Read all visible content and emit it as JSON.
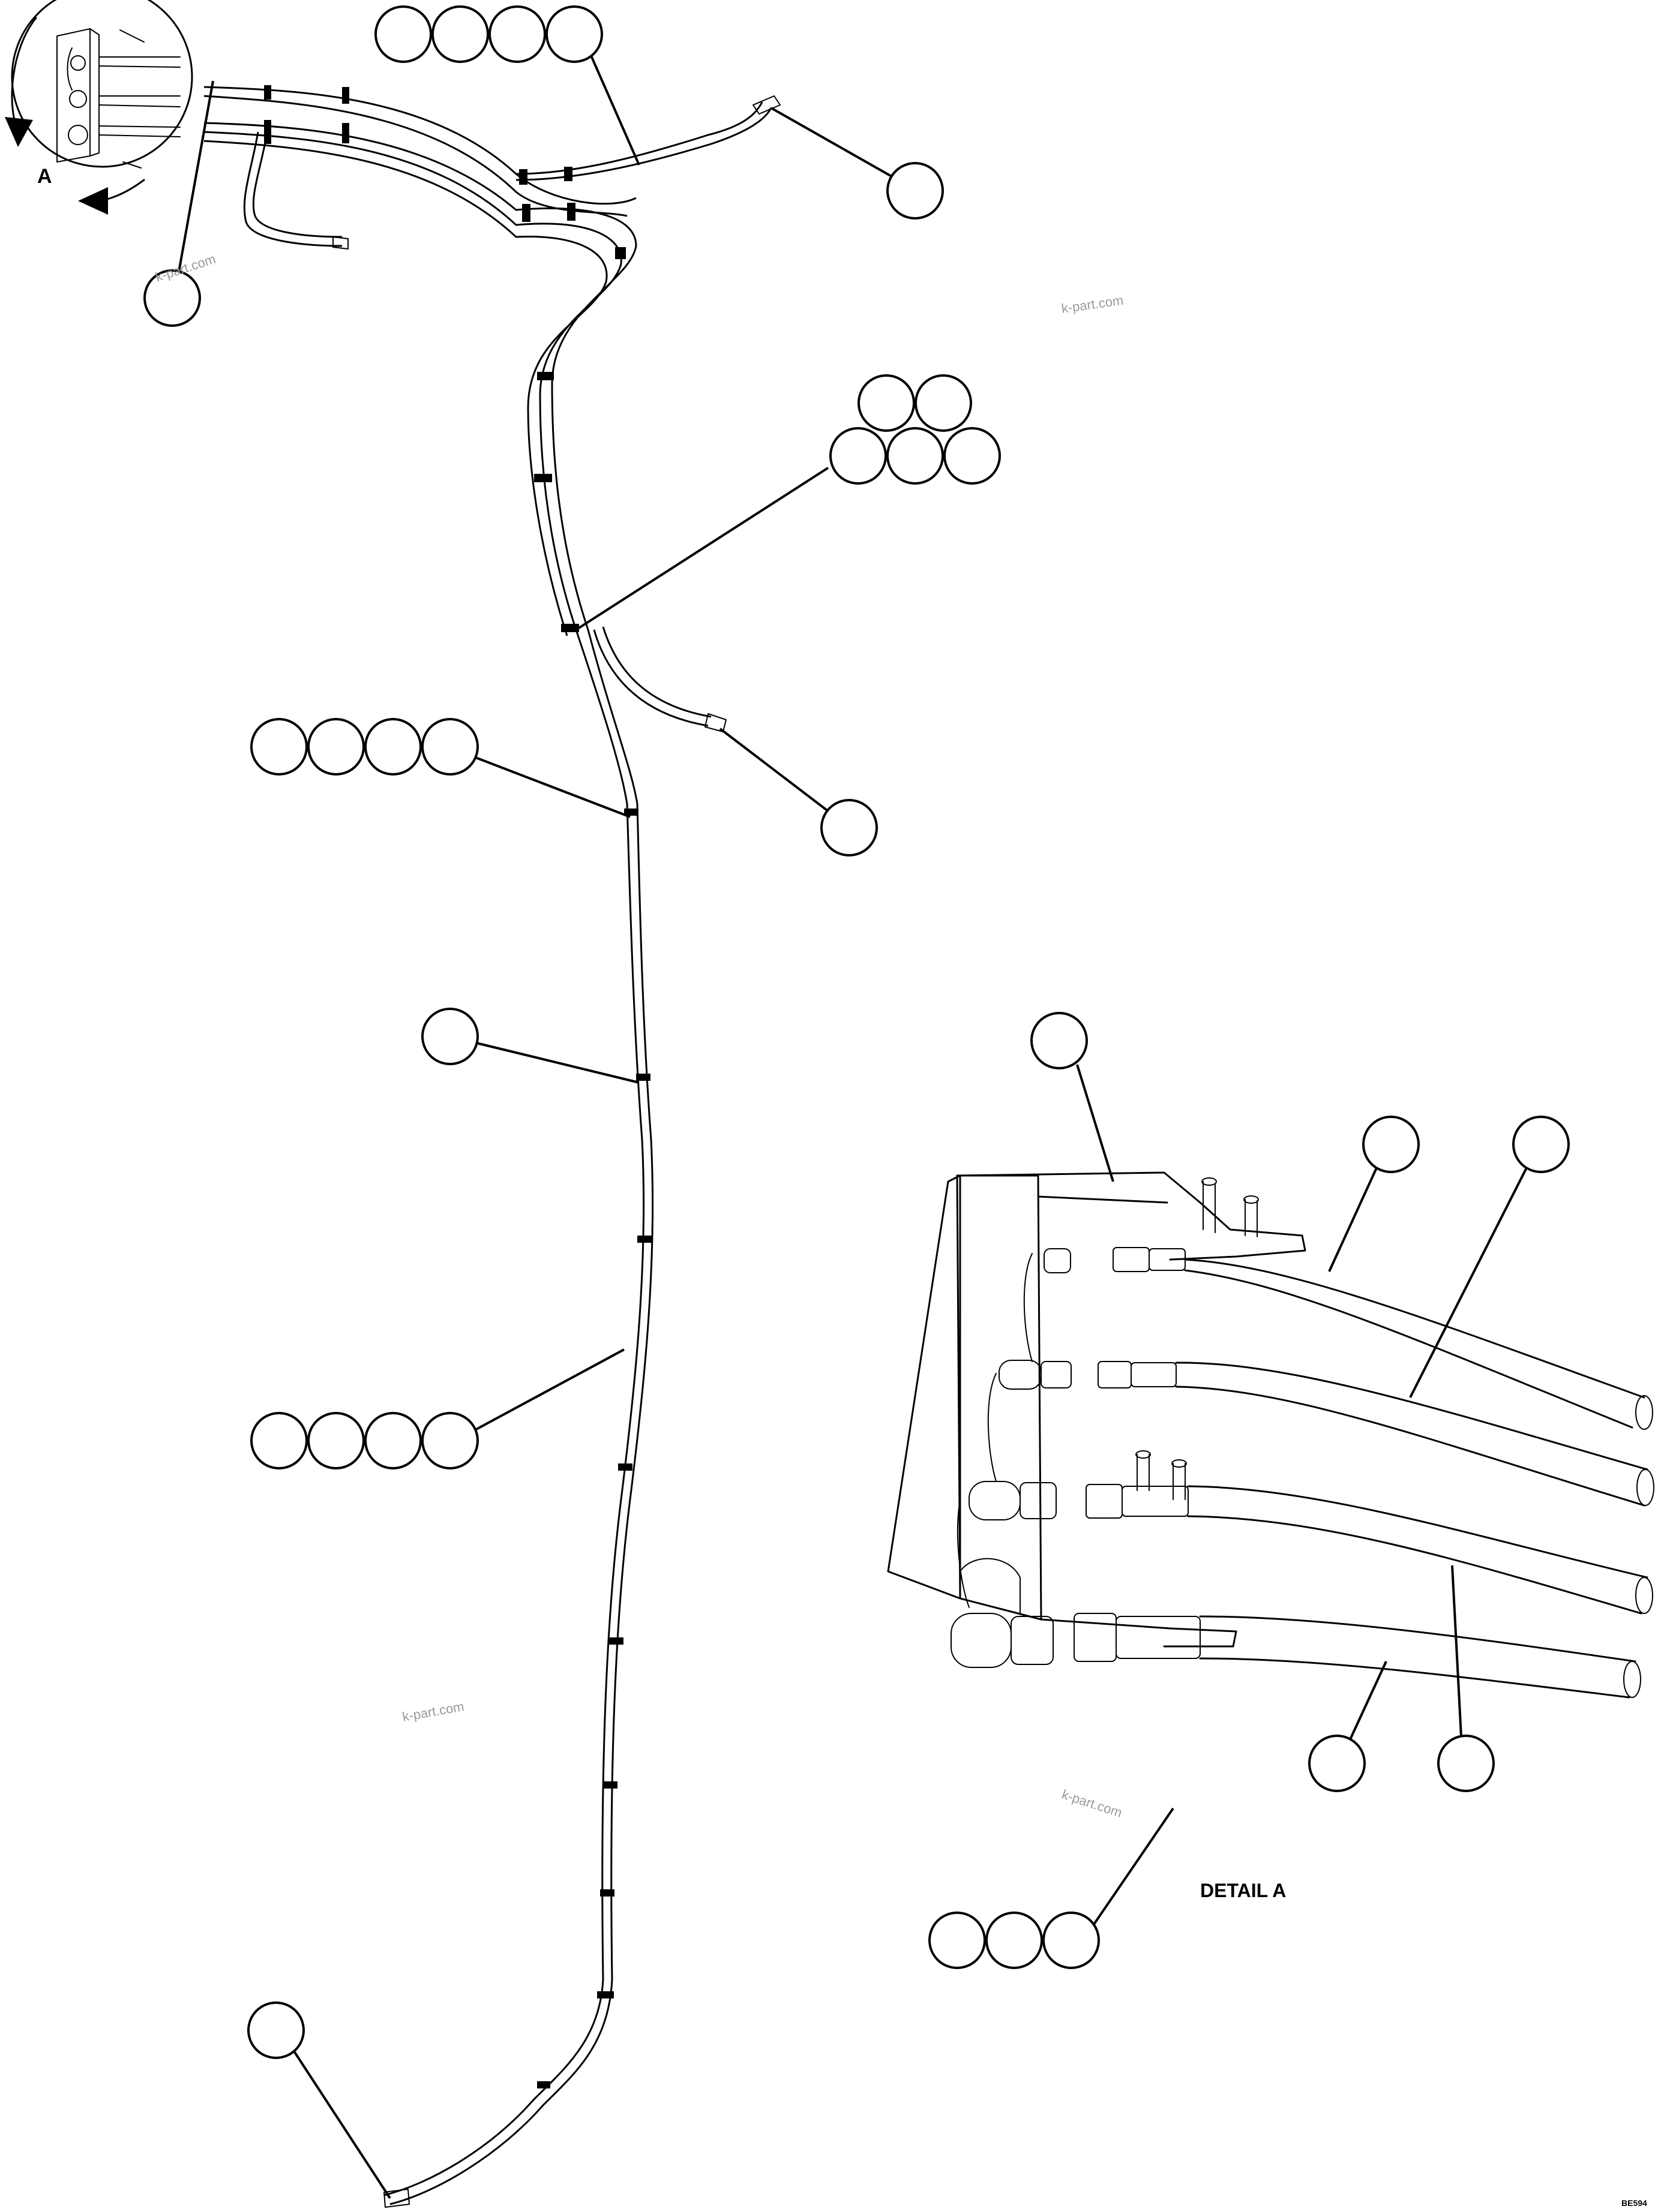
{
  "labels": {
    "view_marker": "A",
    "detail_caption": "DETAIL A",
    "drawing_code": "BE594"
  },
  "watermark": "k-part.com"
}
